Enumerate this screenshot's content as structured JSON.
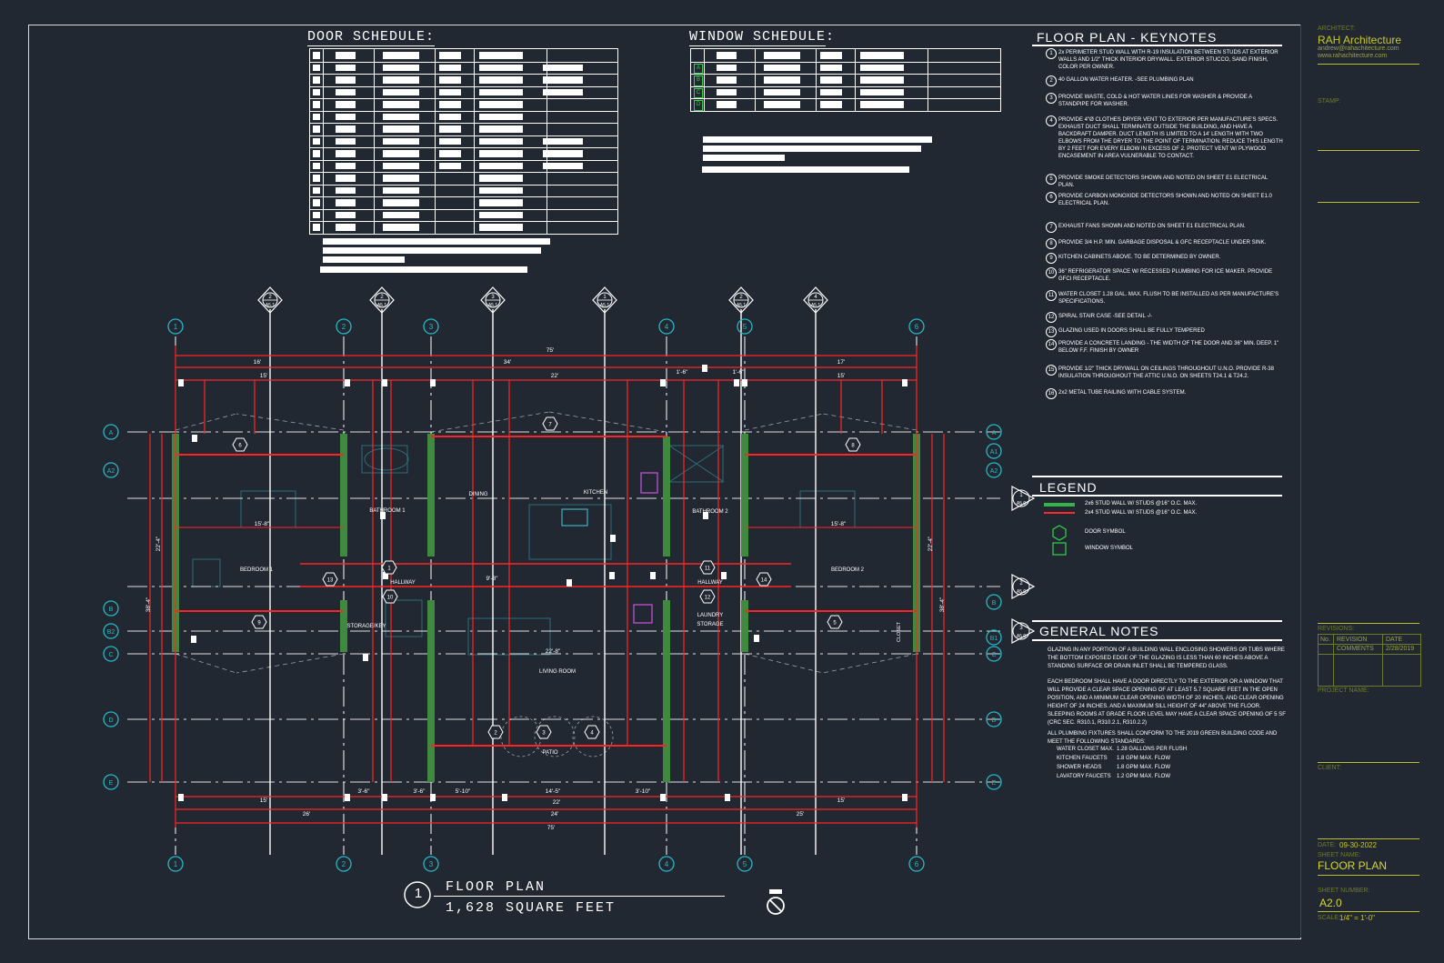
{
  "door_schedule": {
    "title": "DOOR   SCHEDULE:",
    "row_count": 14
  },
  "window_schedule": {
    "title": "WINDOW  SCHEDULE:",
    "rows": [
      "A",
      "B",
      "C",
      "D"
    ]
  },
  "key_notes": {
    "title": "FLOOR PLAN - KEYNOTES",
    "items": [
      {
        "num": "1",
        "text": "2x PERIMETER STUD WALL WITH R-19 INSULATION BETWEEN STUDS AT EXTERIOR WALLS AND 1/2\" THICK INTERIOR DRYWALL. EXTERIOR STUCCO, SAND FINISH, COLOR PER OWNER."
      },
      {
        "num": "2",
        "text": "40 GALLON WATER HEATER. -SEE PLUMBING PLAN"
      },
      {
        "num": "3",
        "text": "PROVIDE WASTE, COLD & HOT WATER LINES FOR WASHER & PROVIDE A STANDPIPE FOR WASHER."
      },
      {
        "num": "4",
        "text": "PROVIDE 4\"Ø CLOTHES DRYER VENT TO EXTERIOR PER MANUFACTURE'S SPECS. EXHAUST DUCT SHALL TERMINATE OUTSIDE THE BUILDING, AND HAVE A BACKDRAFT DAMPER. DUCT LENGTH IS LIMITED TO A 14' LENGTH WITH TWO ELBOWS FROM THE DRYER TO THE POINT OF TERMINATION. REDUCE THIS LENGTH BY 2 FEET FOR EVERY ELBOW IN EXCESS OF 2. PROTECT VENT W/ PLYWOOD ENCASEMENT IN AREA VULNERABLE TO CONTACT."
      },
      {
        "num": "5",
        "text": "PROVIDE SMOKE DETECTORS SHOWN AND NOTED ON SHEET E1 ELECTRICAL PLAN."
      },
      {
        "num": "6",
        "text": "PROVIDE CARBON MONOXIDE DETECTORS SHOWN AND NOTED ON SHEET E1.0 ELECTRICAL PLAN."
      },
      {
        "num": "7",
        "text": "EXHAUST FANS SHOWN AND NOTED ON SHEET E1 ELECTRICAL PLAN."
      },
      {
        "num": "8",
        "text": "PROVIDE 3/4 H.P. MIN. GARBAGE DISPOSAL & GFC RECEPTACLE UNDER SINK."
      },
      {
        "num": "9",
        "text": "KITCHEN CABINETS ABOVE. TO BE DETERMINED BY OWNER."
      },
      {
        "num": "10",
        "text": "36\" REFRIGERATOR SPACE W/ RECESSED PLUMBING FOR ICE MAKER. PROVIDE GFCI RECEPTACLE."
      },
      {
        "num": "11",
        "text": "WATER CLOSET 1.28 GAL. MAX. FLUSH TO BE INSTALLED AS PER MANUFACTURE'S SPECIFICATIONS."
      },
      {
        "num": "12",
        "text": "SPIRAL STAIR CASE -SEE DETAIL -/-"
      },
      {
        "num": "13",
        "text": "GLAZING USED IN DOORS SHALL BE FULLY TEMPERED"
      },
      {
        "num": "14",
        "text": "PROVIDE A CONCRETE LANDING - THE WIDTH OF THE DOOR AND 36\" MIN. DEEP. 1\" BELOW F.F. FINISH BY OWNER"
      },
      {
        "num": "15",
        "text": "PROVIDE 1/2\" THICK DRYWALL ON CEILINGS THROUGHOUT U.N.O. PROVIDE R-38 INSULATION THROUGHOUT THE ATTIC U.N.O. ON SHEETS T24.1 & T24.2."
      },
      {
        "num": "16",
        "text": "2x2 METAL TUBE RAILING WITH CABLE SYSTEM."
      }
    ]
  },
  "legend": {
    "title": "LEGEND",
    "items": [
      {
        "label": "2x6 STUD WALL W/ STUDS @16\" O.C. MAX.",
        "color": "#35b34a"
      },
      {
        "label": "2x4 STUD WALL W/ STUDS @16\" O.C. MAX.",
        "color": "#ff2a2a"
      },
      {
        "label": "DOOR SYMBOL",
        "color": "#35d24a"
      },
      {
        "label": "WINDOW SYMBOL",
        "color": "#35d24a"
      }
    ]
  },
  "general_notes": {
    "title": "GENERAL NOTES",
    "paragraphs": [
      "GLAZING IN ANY PORTION OF A BUILDING WALL ENCLOSING SHOWERS OR TUBS WHERE THE BOTTOM EXPOSED EDGE OF THE GLAZING IS LESS THAN 60 INCHES ABOVE A STANDING SURFACE OR DRAIN INLET SHALL BE TEMPERED GLASS.",
      "EACH BEDROOM SHALL HAVE A DOOR DIRECTLY TO THE EXTERIOR OR A WINDOW THAT WILL PROVIDE A CLEAR SPACE OPENING OF AT LEAST 5.7 SQUARE FEET IN THE OPEN POSITION, AND A MINIMUM CLEAR OPENING WIDTH OF 20 INCHES, AND CLEAR OPENING HEIGHT OF 24 INCHES. AND A MAXIMUM SILL HEIGHT OF 44\" ABOVE THE FLOOR. SLEEPING ROOMS AT GRADE FLOOR LEVEL MAY HAVE A CLEAR SPACE OPENING OF 5 SF (CRC SEC. R310.1, R310.2.1, R310.2.2)",
      "ALL PLUMBING FIXTURES SHALL CONFORM TO THE 2019 GREEN BUILDING CODE AND MEET THE FOLLOWING STANDARDS:"
    ],
    "fixtures": [
      {
        "name": "WATER CLOSET MAX.",
        "value": "1.28 GALLONS PER FLUSH"
      },
      {
        "name": "KITCHEN FAUCETS",
        "value": "1.8 GPM MAX. FLOW"
      },
      {
        "name": "SHOWER HEADS",
        "value": "1.8 GPM MAX. FLOW"
      },
      {
        "name": "LAVATORY FAUCETS",
        "value": "1.2 GPM MAX. FLOW"
      }
    ]
  },
  "title_block": {
    "architect_label": "ARCHITECT:",
    "firm": "RAH Architecture",
    "email": "andrew@rahachitecture.com",
    "website": "www.rahachitecture.com",
    "stamp_label": "STAMP:",
    "revisions_label": "REVISIONS:",
    "rev_no_header": "No.",
    "rev_revision_header": "REVISION",
    "rev_date_header": "DATE",
    "rev_comment": "COMMENTS",
    "rev_date": "2/28/2019",
    "project_name_label": "PROJECT NAME:",
    "client_label": "CLIENT:",
    "date_label": "DATE:",
    "date_value": "09-30-2022",
    "sheet_name_label": "SHEET NAME:",
    "sheet_name": "FLOOR PLAN",
    "sheet_number_label": "SHEET NUMBER:",
    "sheet_number": "A2.0",
    "scale_label": "SCALE:",
    "scale_value": "1/4\" = 1'-0\""
  },
  "floor_plan": {
    "title_number": "1",
    "title": "FLOOR PLAN",
    "subtitle": "1,628 SQUARE FEET",
    "grid_columns": [
      "1",
      "2",
      "3",
      "4",
      "5",
      "6"
    ],
    "grid_rows_left": [
      "A",
      "A2",
      "B",
      "B2",
      "C",
      "D",
      "E"
    ],
    "grid_rows_right": [
      "A",
      "A1",
      "A2",
      "B",
      "B1",
      "C",
      "D",
      "E"
    ],
    "rooms": {
      "bedroom1": "BEDROOM 1",
      "bathroom1": "BATHROOM 1",
      "dining": "DINING",
      "kitchen": "KITCHEN",
      "bathroom2": "BATHROOM 2",
      "bedroom2": "BEDROOM 2",
      "hallway1": "HALLWAY",
      "hallway2": "HALLWAY",
      "storage_key": "STORAGE/KEY",
      "laundry": "LAUNDRY",
      "storage": "STORAGE",
      "living_room": "LIVING ROOM",
      "patio": "PATIO",
      "closet": "CLOSET"
    },
    "dims": {
      "overall_top": "75'",
      "top_left_16": "16'",
      "top_34": "34'",
      "top_17": "17'",
      "top_15a": "15'",
      "top_22": "22'",
      "top_1_6a": "1'-6\"",
      "top_1_6b": "1'-6\"",
      "top_15b": "15'",
      "left_22_4": "22'-4\"",
      "left_38_4": "38'-4\"",
      "right_22_4": "22'-4\"",
      "right_38_4": "38'-4\"",
      "bot_15a": "15'",
      "bot_3_6a": "3'-6\"",
      "bot_3_6b": "3'-6\"",
      "bot_5_10": "5'-10\"",
      "bot_14_5": "14'-5\"",
      "bot_3_10": "3'-10\"",
      "bot_15b": "15'",
      "bot_26": "26'",
      "bot_22": "22'",
      "bot_24": "24'",
      "bot_25": "25'",
      "bot_overall": "75'",
      "bed1_15_8": "15'-8\"",
      "bed2_15_8": "15'-8\"",
      "hall_9_8": "9'-8\"",
      "living_22_8": "22'-8\""
    },
    "section_markers": [
      {
        "num": "2",
        "sheet": "A5.1"
      },
      {
        "num": "2",
        "sheet": "A5.1"
      },
      {
        "num": "3",
        "sheet": "A5.1"
      },
      {
        "num": "1",
        "sheet": "A5.1"
      },
      {
        "num": "2",
        "sheet": "A5.1"
      },
      {
        "num": "4",
        "sheet": "A5.1"
      }
    ],
    "side_markers": [
      {
        "num": "1",
        "sheet": "A5.0"
      },
      {
        "num": "2",
        "sheet": "A5.0"
      },
      {
        "num": "3",
        "sheet": "A5.0"
      }
    ],
    "door_tags": [
      "6",
      "8",
      "7",
      "9",
      "13",
      "14",
      "10",
      "11",
      "12",
      "1",
      "2",
      "3",
      "4",
      "5"
    ]
  }
}
